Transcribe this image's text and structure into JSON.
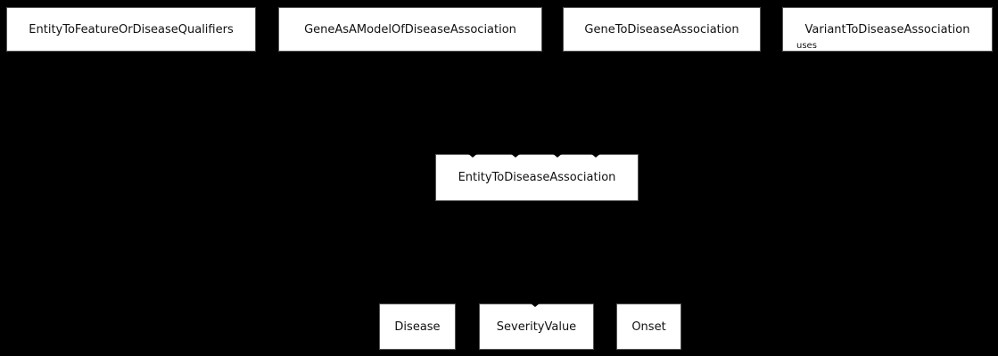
{
  "diagram": {
    "type": "class-inheritance-diagram",
    "colors": {
      "background": "#000000",
      "node_fill": "#ffffff",
      "node_border": "#545454",
      "text": "#111111"
    },
    "nodes": [
      {
        "label": "EntityToFeatureOrDiseaseQualifiers"
      },
      {
        "label": "GeneAsAModelOfDiseaseAssociation"
      },
      {
        "label": "GeneToDiseaseAssociation"
      },
      {
        "label": "VariantToDiseaseAssociation"
      },
      {
        "label": "EntityToDiseaseAssociation"
      },
      {
        "label": "Disease"
      },
      {
        "label": "SeverityValue"
      },
      {
        "label": "Onset"
      }
    ],
    "edge_label": "uses"
  }
}
